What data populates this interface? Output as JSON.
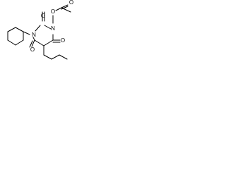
{
  "structure": {
    "atoms": {
      "n_top": "N",
      "n_left": "N",
      "o_ester": "O",
      "o_carbonyl_top": "O",
      "o_c2": "O",
      "o_c4": "O",
      "o_c6": "O"
    }
  },
  "colors": {
    "bond": "#000000",
    "label": "#000000",
    "background": "#ffffff"
  }
}
